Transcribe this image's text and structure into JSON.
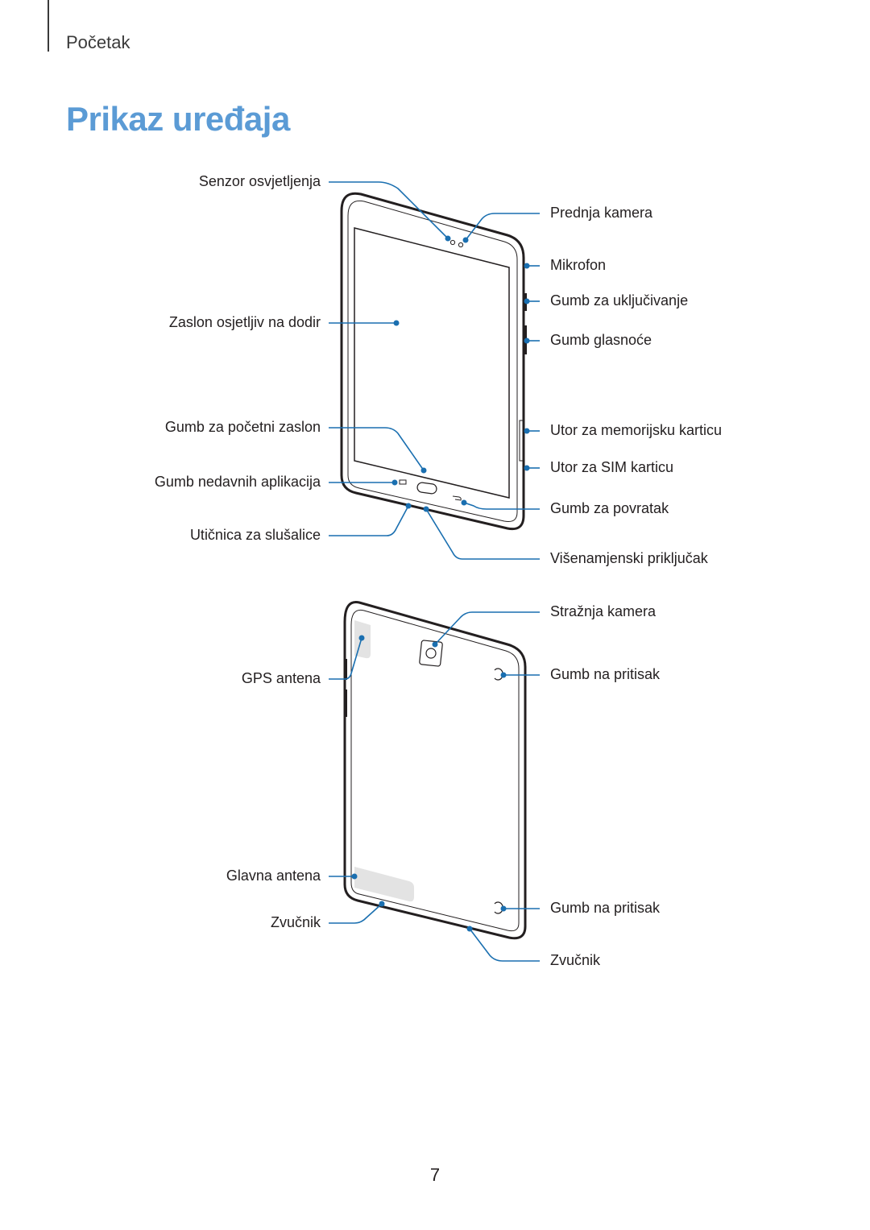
{
  "header": {
    "section": "Početak",
    "title": "Prikaz uređaja"
  },
  "front_labels": {
    "ambient_light_sensor": "Senzor osvjetljenja",
    "front_camera": "Prednja kamera",
    "microphone": "Mikrofon",
    "power_button": "Gumb za uključivanje",
    "touchscreen": "Zaslon osjetljiv na dodir",
    "volume_button": "Gumb glasnoće",
    "home_button": "Gumb za početni zaslon",
    "memory_card_slot": "Utor za memorijsku karticu",
    "sim_card_slot": "Utor za SIM karticu",
    "recent_apps_button": "Gumb nedavnih aplikacija",
    "back_button": "Gumb za povratak",
    "earphone_jack": "Utičnica za slušalice",
    "multipurpose_jack": "Višenamjenski priključak"
  },
  "back_labels": {
    "rear_camera": "Stražnja kamera",
    "gps_antenna": "GPS antena",
    "press_button_top": "Gumb na pritisak",
    "main_antenna": "Glavna antena",
    "press_button_bottom": "Gumb na pritisak",
    "speaker_left": "Zvučnik",
    "speaker_right": "Zvučnik"
  },
  "footer": {
    "page_number": "7"
  },
  "colors": {
    "title": "#5b9bd5",
    "leader_lines": "#1a6fb0",
    "text": "#231f20"
  }
}
